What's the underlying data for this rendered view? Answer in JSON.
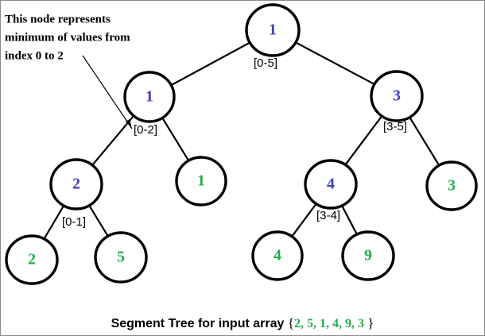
{
  "annotation": {
    "lines": [
      "This node represents",
      "minimum of values from",
      "index 0 to 2"
    ]
  },
  "nodes": [
    {
      "id": "root",
      "value": "1",
      "range": "[0-5]",
      "kind": "internal"
    },
    {
      "id": "n02",
      "value": "1",
      "range": "[0-2]",
      "kind": "internal"
    },
    {
      "id": "n35",
      "value": "3",
      "range": "[3-5]",
      "kind": "internal"
    },
    {
      "id": "n01",
      "value": "2",
      "range": "[0-1]",
      "kind": "internal"
    },
    {
      "id": "leaf2",
      "value": "1",
      "range": "",
      "kind": "leaf"
    },
    {
      "id": "n34",
      "value": "4",
      "range": "[3-4]",
      "kind": "internal"
    },
    {
      "id": "leaf5",
      "value": "3",
      "range": "",
      "kind": "leaf"
    },
    {
      "id": "leaf0",
      "value": "2",
      "range": "",
      "kind": "leaf"
    },
    {
      "id": "leaf1",
      "value": "5",
      "range": "",
      "kind": "leaf"
    },
    {
      "id": "leaf3",
      "value": "4",
      "range": "",
      "kind": "leaf"
    },
    {
      "id": "leaf4",
      "value": "9",
      "range": "",
      "kind": "leaf"
    }
  ],
  "edges": [
    [
      "root",
      "n02"
    ],
    [
      "root",
      "n35"
    ],
    [
      "n02",
      "n01"
    ],
    [
      "n02",
      "leaf2"
    ],
    [
      "n35",
      "n34"
    ],
    [
      "n35",
      "leaf5"
    ],
    [
      "n01",
      "leaf0"
    ],
    [
      "n01",
      "leaf1"
    ],
    [
      "n34",
      "leaf3"
    ],
    [
      "n34",
      "leaf4"
    ]
  ],
  "caption": {
    "prefix": "Segment Tree for input array ",
    "open_brace": "{",
    "values": "2, 5, 1, 4, 9, 3",
    "close_brace": " }"
  },
  "colors": {
    "internal_value": "#3f3fbf",
    "leaf_value": "#22b04a",
    "stroke": "#000000",
    "text": "#000000"
  }
}
